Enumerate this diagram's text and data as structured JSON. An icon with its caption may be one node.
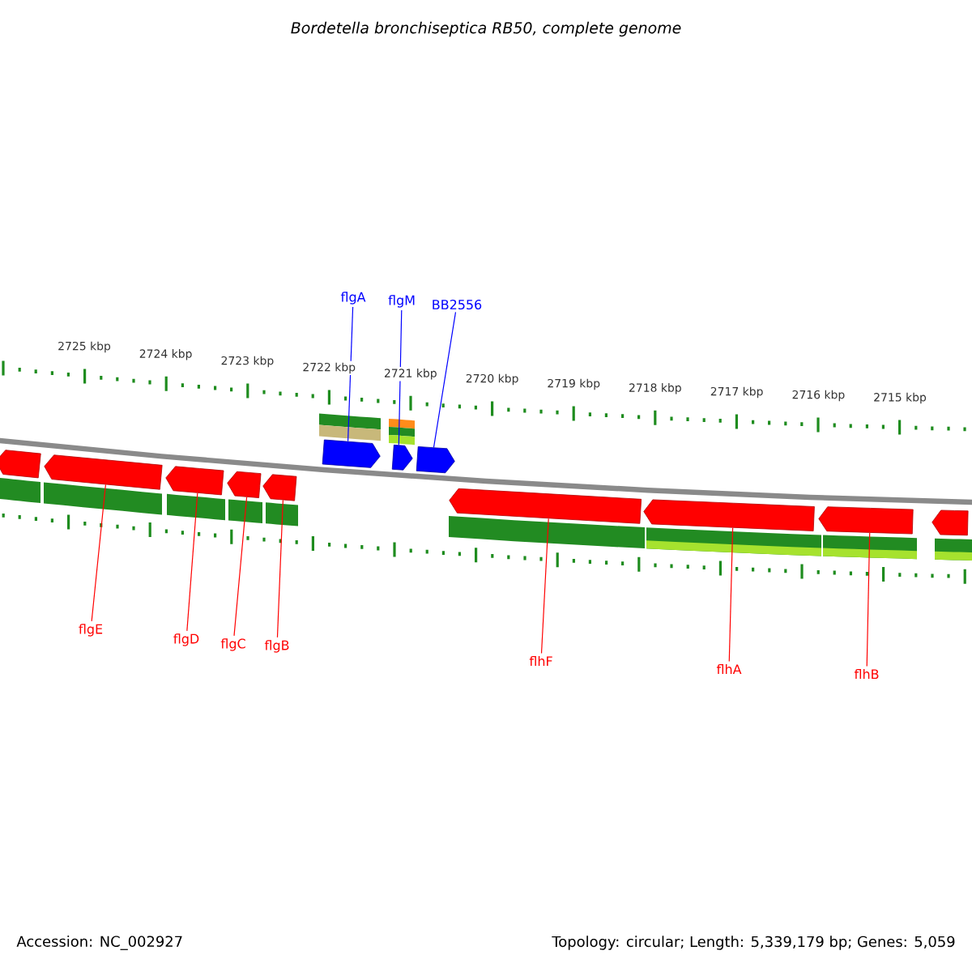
{
  "diagram": {
    "title": "Bordetella bronchiseptica RB50, complete genome",
    "nodes": [
      {
        "text": [
          "flgA"
        ]
      },
      {
        "text": [
          "flgM"
        ]
      },
      {
        "text": [
          "BB2556"
        ]
      },
      {
        "text": [
          "flgE"
        ]
      },
      {
        "text": [
          "flgD"
        ]
      },
      {
        "text": [
          "flgC"
        ]
      },
      {
        "text": [
          "flgB"
        ]
      },
      {
        "text": [
          "flhF"
        ]
      },
      {
        "text": [
          "flhA"
        ]
      },
      {
        "text": [
          "flhB"
        ]
      },
      {
        "text": [],
        "shape": "arrow"
      },
      {
        "text": [],
        "shape": "arrow"
      },
      {
        "text": [],
        "shape": "arrow"
      },
      {
        "text": [],
        "shape": "arrow"
      },
      {
        "text": [],
        "shape": "arrow"
      },
      {
        "text": [],
        "shape": "arrow"
      },
      {
        "text": [],
        "shape": "arrow"
      },
      {
        "text": [],
        "shape": "arrow"
      },
      {
        "text": [],
        "shape": "arrow"
      },
      {
        "text": [],
        "shape": "arrow"
      },
      {
        "text": [],
        "shape": "arrow"
      },
      {
        "text": [],
        "shape": "arrow"
      }
    ],
    "edges": [
      {
        "from": 0,
        "to": 15,
        "arrow": "none",
        "color": "#0000ff"
      },
      {
        "from": 1,
        "to": 16,
        "arrow": "none",
        "color": "#0000ff"
      },
      {
        "from": 2,
        "to": 17,
        "arrow": "none",
        "color": "#0000ff"
      },
      {
        "from": 3,
        "to": 11,
        "arrow": "none"
      },
      {
        "from": 4,
        "to": 12,
        "arrow": "none"
      },
      {
        "from": 5,
        "to": 13,
        "arrow": "none"
      },
      {
        "from": 6,
        "to": 14,
        "arrow": "none"
      },
      {
        "from": 7,
        "to": 18,
        "arrow": "none"
      },
      {
        "from": 8,
        "to": 19,
        "arrow": "none"
      },
      {
        "from": 9,
        "to": 20,
        "arrow": "none"
      }
    ],
    "labels": [
      "2725 kbp",
      "2724 kbp",
      "2723 kbp",
      "2722 kbp",
      "2721 kbp",
      "2720 kbp",
      "2719 kbp",
      "2718 kbp",
      "2717 kbp",
      "2716 kbp",
      "2715 kbp",
      "Accession: NC_002927",
      "Topology: circular; Length: 5,339,179 bp; Genes: 5,059"
    ]
  }
}
